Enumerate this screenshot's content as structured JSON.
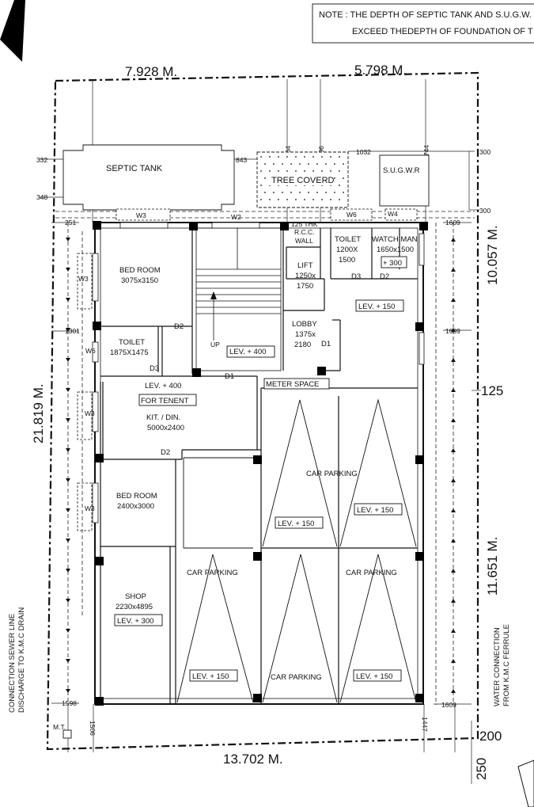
{
  "note": {
    "line1": "NOTE : THE DEPTH OF SEPTIC TANK AND S.U.G.W.",
    "line2": "EXCEED THEDEPTH OF FOUNDATION OF T"
  },
  "dimensions": {
    "top_left": "7.928 M.",
    "top_right": "5.798 M.",
    "right_upper": "10.057 M.",
    "right_lower": "11.651 M.",
    "left": "21.819 M.",
    "bottom": "13.702 M.",
    "d_4595": "4595",
    "d_332": "332",
    "d_348": "348",
    "d_843": "843",
    "d_4564": "4564",
    "d_4596": "4596",
    "d_1032": "1032",
    "d_4744": "4744",
    "d_300a": "300",
    "d_300b": "300",
    "d_251": "251",
    "d_1609a": "1609",
    "d_1609b": "1609",
    "d_1609c": "1609",
    "d_1301": "1301",
    "d_125": "125",
    "d_1598": "1598",
    "d_1506": "1506",
    "d_1447": "1447",
    "d_200": "200",
    "d_250": "250"
  },
  "top_features": {
    "septic_tank": "SEPTIC TANK",
    "tree_covered": "TREE COVERD",
    "sugwr": "S.U.G.W.R"
  },
  "rooms": {
    "bed1_name": "BED ROOM",
    "bed1_size": "3075x3150",
    "toilet1_name": "TOILET",
    "toilet1_size": "1875X1475",
    "lev400_a": "LEV. + 400",
    "for_tenent": "FOR TENENT",
    "kit_name": "KIT. / DIN.",
    "kit_size": "5000x2400",
    "bed2_name": "BED ROOM",
    "bed2_size": "2400x3000",
    "shop_name": "SHOP",
    "shop_size": "2230x4895",
    "shop_lev": "LEV. + 300",
    "stair_up": "UP",
    "stair_lev": "LEV. + 400",
    "wall_line1": "125 THK",
    "wall_line2": "R.C.C.",
    "wall_line3": "WALL",
    "lift_name": "LIFT",
    "lift_size1": "1250x",
    "lift_size2": "1750",
    "lobby_name": "LOBBY",
    "lobby_size1": "1375x",
    "lobby_size2": "2180",
    "toilet2_name": "TOILET",
    "toilet2_size1": "1200X",
    "toilet2_size2": "1500",
    "watchman_name": "WATCH MAN",
    "watchman_size": "1650x1500",
    "watchman_lev": "+ 300",
    "lev150_a": "LEV. + 150",
    "meter_space": "METER SPACE",
    "car1": "CAR PARKING",
    "car1_lev_l": "LEV. + 150",
    "car1_lev_r": "LEV. + 150",
    "car2": "CAR PARKING",
    "car2_lev": "LEV. + 150",
    "car3": "CAR PARKING",
    "car4": "CAR PARKING",
    "car4_lev": "LEV. + 150"
  },
  "openings": {
    "d1": "D1",
    "d1b": "D1",
    "d2a": "D2",
    "d2b": "D2",
    "d2c": "D2",
    "d3a": "D3",
    "d3b": "D3",
    "w2": "W2",
    "w3a": "W3",
    "w3b": "W3",
    "w3c": "W3",
    "w3d": "W3",
    "w4": "W4",
    "w6a": "W6",
    "w6b": "W6"
  },
  "side_labels": {
    "sewer_line1": "CONNECTION SEWER LINE",
    "sewer_line2": "DISCHARGE TO K.M.C DRAIN",
    "water_line1": "WATER CONNECTION",
    "water_line2": "FROM K.M.C FERRULE",
    "mt": "M.T."
  }
}
